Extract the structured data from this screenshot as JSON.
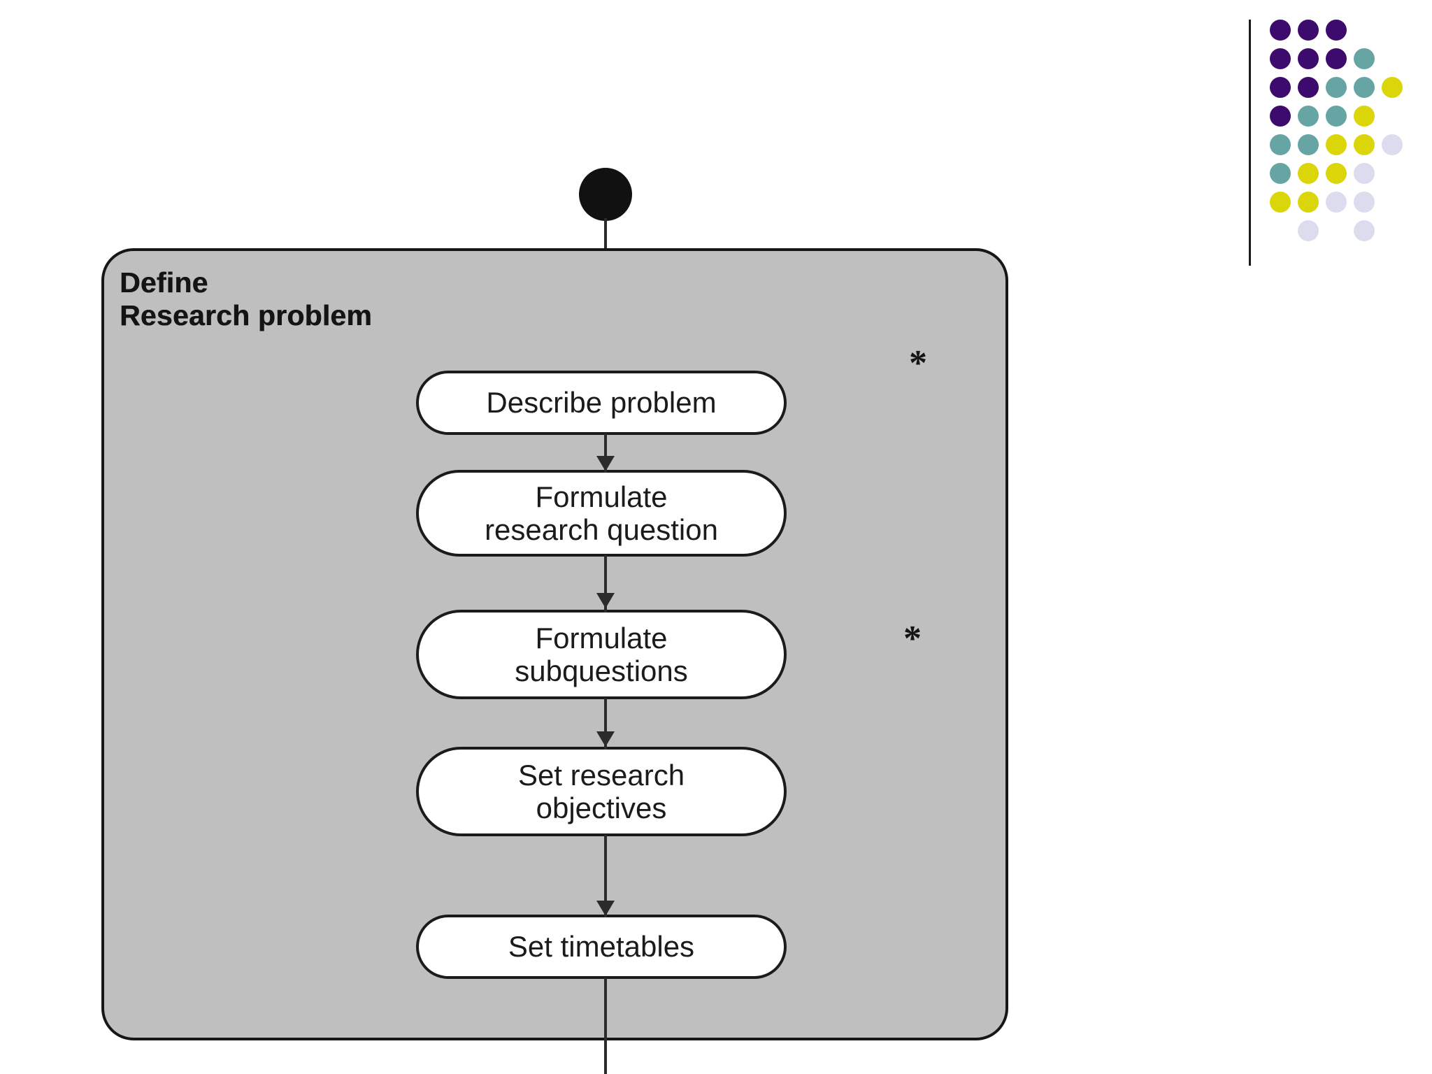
{
  "slide": {
    "background_color": "#ffffff",
    "kind": "uml-activity-diagram"
  },
  "logo": {
    "name": "dot-matrix-logo",
    "rule_color": "#1a1a1a",
    "colors": {
      "purple": "#3d0a6e",
      "teal": "#67a5a5",
      "yellow": "#dbd60a",
      "lavender": "#dcdcef"
    },
    "dots": [
      {
        "row": 0,
        "col": 0,
        "color": "#3d0a6e"
      },
      {
        "row": 0,
        "col": 1,
        "color": "#3d0a6e"
      },
      {
        "row": 0,
        "col": 2,
        "color": "#3d0a6e"
      },
      {
        "row": 1,
        "col": 0,
        "color": "#3d0a6e"
      },
      {
        "row": 1,
        "col": 1,
        "color": "#3d0a6e"
      },
      {
        "row": 1,
        "col": 2,
        "color": "#3d0a6e"
      },
      {
        "row": 1,
        "col": 3,
        "color": "#67a5a5"
      },
      {
        "row": 2,
        "col": 0,
        "color": "#3d0a6e"
      },
      {
        "row": 2,
        "col": 1,
        "color": "#3d0a6e"
      },
      {
        "row": 2,
        "col": 2,
        "color": "#67a5a5"
      },
      {
        "row": 2,
        "col": 3,
        "color": "#67a5a5"
      },
      {
        "row": 2,
        "col": 4,
        "color": "#dbd60a"
      },
      {
        "row": 3,
        "col": 0,
        "color": "#3d0a6e"
      },
      {
        "row": 3,
        "col": 1,
        "color": "#67a5a5"
      },
      {
        "row": 3,
        "col": 2,
        "color": "#67a5a5"
      },
      {
        "row": 3,
        "col": 3,
        "color": "#dbd60a"
      },
      {
        "row": 4,
        "col": 0,
        "color": "#67a5a5"
      },
      {
        "row": 4,
        "col": 1,
        "color": "#67a5a5"
      },
      {
        "row": 4,
        "col": 2,
        "color": "#dbd60a"
      },
      {
        "row": 4,
        "col": 3,
        "color": "#dbd60a"
      },
      {
        "row": 4,
        "col": 4,
        "color": "#dcdcef"
      },
      {
        "row": 5,
        "col": 0,
        "color": "#67a5a5"
      },
      {
        "row": 5,
        "col": 1,
        "color": "#dbd60a"
      },
      {
        "row": 5,
        "col": 2,
        "color": "#dbd60a"
      },
      {
        "row": 5,
        "col": 3,
        "color": "#dcdcef"
      },
      {
        "row": 6,
        "col": 0,
        "color": "#dbd60a"
      },
      {
        "row": 6,
        "col": 1,
        "color": "#dbd60a"
      },
      {
        "row": 6,
        "col": 2,
        "color": "#dcdcef"
      },
      {
        "row": 6,
        "col": 3,
        "color": "#dcdcef"
      },
      {
        "row": 7,
        "col": 1,
        "color": "#dcdcef"
      },
      {
        "row": 7,
        "col": 3,
        "color": "#dcdcef"
      }
    ]
  },
  "diagram": {
    "start_node_label": "initial-state",
    "state": {
      "title": "Define\nResearch problem",
      "fill_color": "#bfbfbf",
      "border_color": "#161616"
    },
    "activities": [
      {
        "id": "describe-problem",
        "label": "Describe problem"
      },
      {
        "id": "formulate-research-question",
        "label": "Formulate\nresearch question"
      },
      {
        "id": "formulate-subquestions",
        "label": "Formulate\nsubquestions"
      },
      {
        "id": "set-research-objectives",
        "label": "Set research\nobjectives"
      },
      {
        "id": "set-timetables",
        "label": "Set timetables"
      }
    ],
    "markers": [
      {
        "id": "asterisk-upper",
        "label": "*"
      },
      {
        "id": "asterisk-lower",
        "label": "*"
      }
    ]
  }
}
